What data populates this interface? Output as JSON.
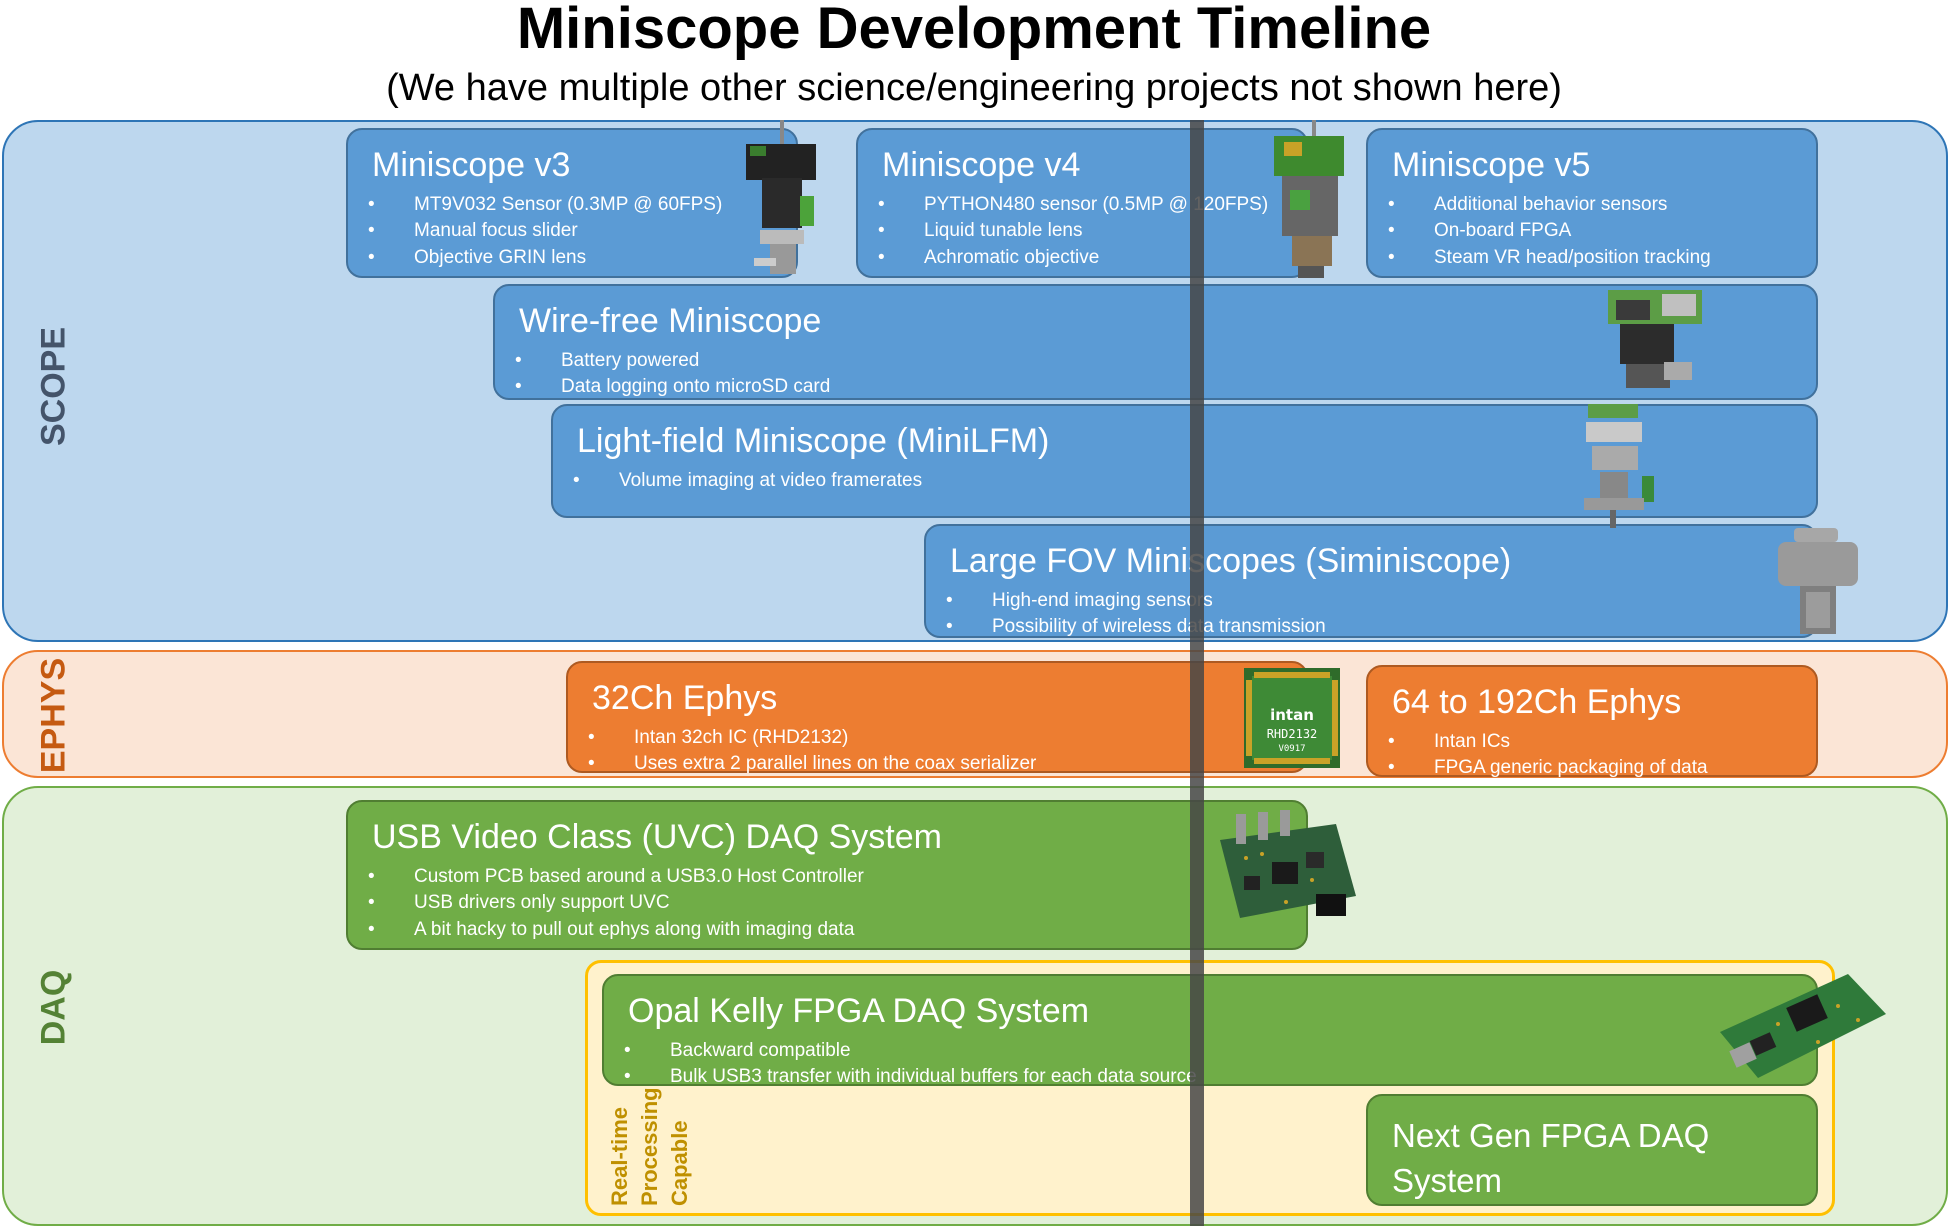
{
  "title": "Miniscope Development Timeline",
  "subtitle": "(We have multiple other science/engineering projects not shown here)",
  "regions": {
    "scope": {
      "label": "SCOPE",
      "color": "#44546a"
    },
    "ephys": {
      "label": "EPHYS",
      "color": "#c55a11"
    },
    "daq": {
      "label": "DAQ",
      "color": "#548235"
    }
  },
  "scope_cards": [
    {
      "title": "Miniscope v3",
      "bullets": [
        "MT9V032 Sensor (0.3MP @ 60FPS)",
        "Manual focus slider",
        "Objective GRIN lens"
      ]
    },
    {
      "title": "Miniscope v4",
      "bullets": [
        "PYTHON480 sensor (0.5MP @ 120FPS)",
        "Liquid tunable lens",
        "Achromatic objective"
      ]
    },
    {
      "title": "Miniscope v5",
      "bullets": [
        "Additional behavior sensors",
        "On-board FPGA",
        "Steam VR head/position tracking"
      ]
    },
    {
      "title": "Wire-free Miniscope",
      "bullets": [
        "Battery powered",
        "Data logging onto microSD card"
      ]
    },
    {
      "title": "Light-field Miniscope (MiniLFM)",
      "bullets": [
        "Volume imaging at video framerates"
      ]
    },
    {
      "title": "Large FOV Miniscopes (Siminiscope)",
      "bullets": [
        "High-end imaging sensors",
        "Possibility of wireless data transmission"
      ]
    }
  ],
  "ephys_cards": [
    {
      "title": "32Ch Ephys",
      "bullets": [
        "Intan 32ch IC (RHD2132)",
        "Uses extra 2 parallel lines on the coax serializer"
      ]
    },
    {
      "title": "64 to 192Ch Ephys",
      "bullets": [
        "Intan ICs",
        "FPGA generic packaging of data"
      ]
    }
  ],
  "chip": {
    "brand": "intan",
    "model": "RHD2132",
    "code": "V0917"
  },
  "daq_cards": [
    {
      "title": "USB Video Class (UVC) DAQ System",
      "bullets": [
        "Custom PCB based around a USB3.0 Host Controller",
        "USB drivers only support UVC",
        "A bit hacky to pull out ephys along with imaging data"
      ]
    },
    {
      "title": "Opal Kelly FPGA DAQ System",
      "bullets": [
        "Backward compatible",
        "Bulk USB3 transfer with individual buffers for each data source"
      ]
    },
    {
      "title": "Next Gen FPGA DAQ System",
      "bullets": []
    }
  ],
  "realtime_label": [
    "Real-time",
    "Processing",
    "Capable"
  ],
  "colors": {
    "scope_fill": "#bdd7ee",
    "ephys_fill": "#fbe5d6",
    "daq_fill": "#e2f0d9",
    "scope_card": "#5b9bd5",
    "ephys_card": "#ed7d31",
    "daq_card": "#70ad47",
    "highlight": "#ffc000"
  },
  "images": [
    "miniscope-v3-render",
    "miniscope-v4-render",
    "wire-free-miniscope-render",
    "minilfm-render",
    "siminiscope-render",
    "intan-chip-photo",
    "uvc-daq-pcb-photo",
    "opal-kelly-board-photo"
  ]
}
